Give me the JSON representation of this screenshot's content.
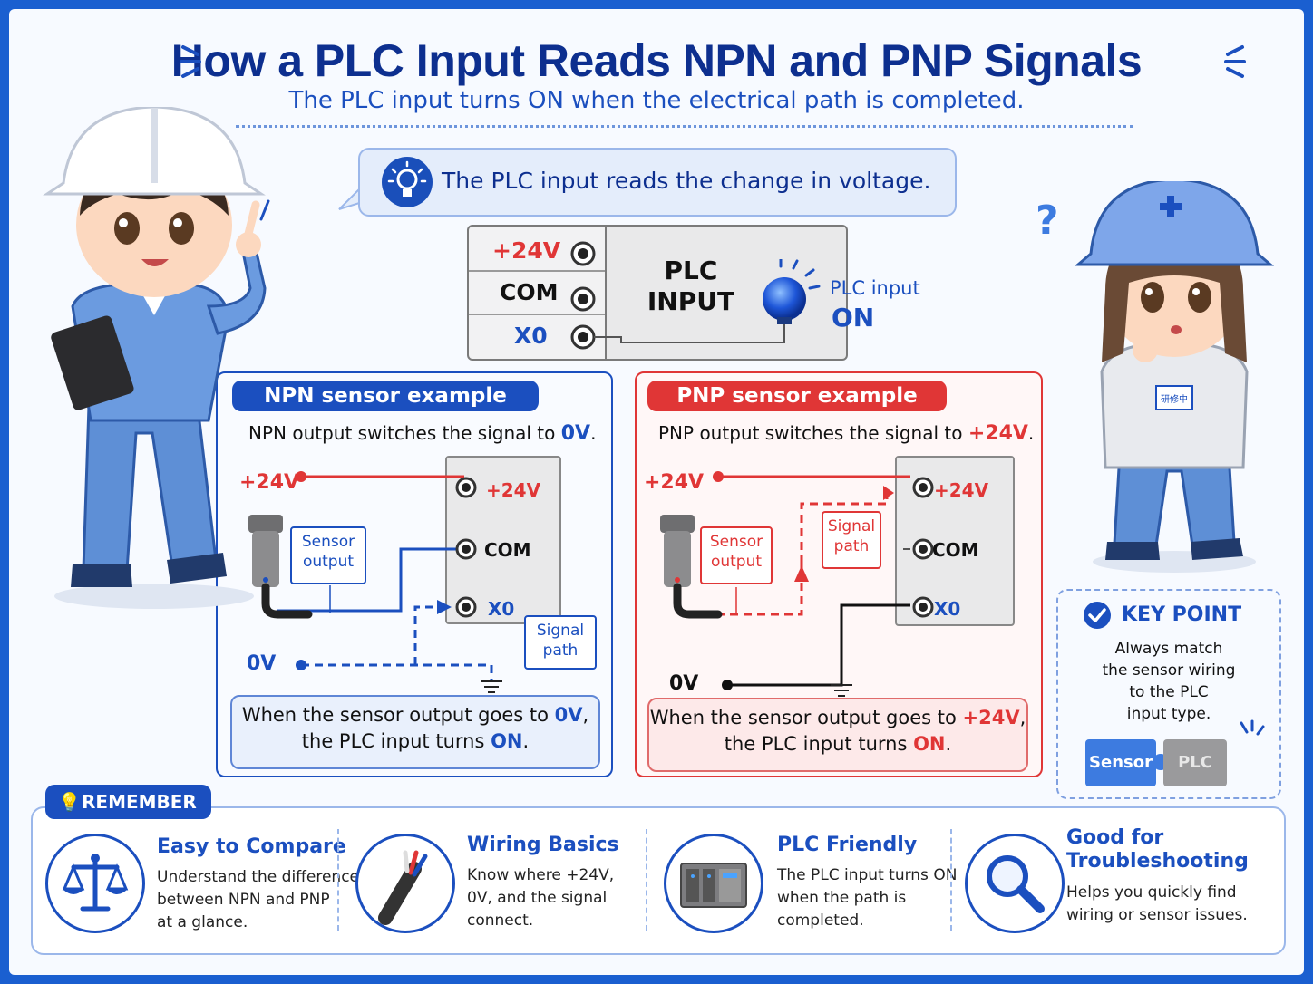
{
  "header": {
    "title": "How a PLC Input Reads NPN and PNP Signals",
    "subtitle": "The PLC input turns ON when the electrical path is completed."
  },
  "callout": {
    "text": "The PLC input reads the change in voltage."
  },
  "plc_box": {
    "terminals": [
      "+24V",
      "COM",
      "X0"
    ],
    "label_line1": "PLC",
    "label_line2": "INPUT",
    "indicator_label": "PLC input",
    "indicator_state": "ON"
  },
  "npn": {
    "header": "NPN sensor example",
    "desc_prefix": "NPN output switches the signal to ",
    "desc_value": "0V",
    "desc_suffix": ".",
    "supply_label": "+24V",
    "ground_label": "0V",
    "terminals": [
      "+24V",
      "COM",
      "X0"
    ],
    "sensor_output_line1": "Sensor",
    "sensor_output_line2": "output",
    "signal_path_line1": "Signal",
    "signal_path_line2": "path",
    "note_line1_prefix": "When the sensor output goes to ",
    "note_line1_value": "0V",
    "note_line1_suffix": ",",
    "note_line2_prefix": "the PLC input turns ",
    "note_line2_value": "ON",
    "note_line2_suffix": "."
  },
  "pnp": {
    "header": "PNP sensor example",
    "desc_prefix": "PNP output switches the signal to ",
    "desc_value": "+24V",
    "desc_suffix": ".",
    "supply_label": "+24V",
    "ground_label": "0V",
    "terminals": [
      "+24V",
      "COM",
      "X0"
    ],
    "sensor_output_line1": "Sensor",
    "sensor_output_line2": "output",
    "signal_path_line1": "Signal",
    "signal_path_line2": "path",
    "note_line1_prefix": "When the sensor output goes to ",
    "note_line1_value": "+24V",
    "note_line1_suffix": ",",
    "note_line2_prefix": "the PLC input turns ",
    "note_line2_value": "ON",
    "note_line2_suffix": "."
  },
  "keypoint": {
    "title": "KEY POINT",
    "lines": [
      "Always match",
      "the sensor wiring",
      "to the PLC",
      "input type."
    ],
    "puzzle_left": "Sensor",
    "puzzle_right": "PLC"
  },
  "remember": {
    "tag": "REMEMBER",
    "items": [
      {
        "title_lines": [
          "Easy to Compare"
        ],
        "body_lines": [
          "Understand the difference",
          "between NPN and PNP",
          "at a glance."
        ],
        "icon": "balance-scale-icon"
      },
      {
        "title_lines": [
          "Wiring Basics"
        ],
        "body_lines": [
          "Know where +24V,",
          "0V, and the signal",
          "connect."
        ],
        "icon": "cable-icon"
      },
      {
        "title_lines": [
          "PLC Friendly"
        ],
        "body_lines": [
          "The PLC input turns ON",
          "when the path is",
          "completed."
        ],
        "icon": "plc-module-icon"
      },
      {
        "title_lines": [
          "Good for",
          "Troubleshooting"
        ],
        "body_lines": [
          "Helps you quickly find",
          "wiring or sensor issues."
        ],
        "icon": "magnifier-icon"
      }
    ]
  },
  "colors": {
    "navy": "#0d2f8f",
    "blue": "#1b4fbf",
    "red": "#e03636",
    "frame": "#1a5fd0"
  },
  "characters": {
    "female_badge": "研修中"
  }
}
